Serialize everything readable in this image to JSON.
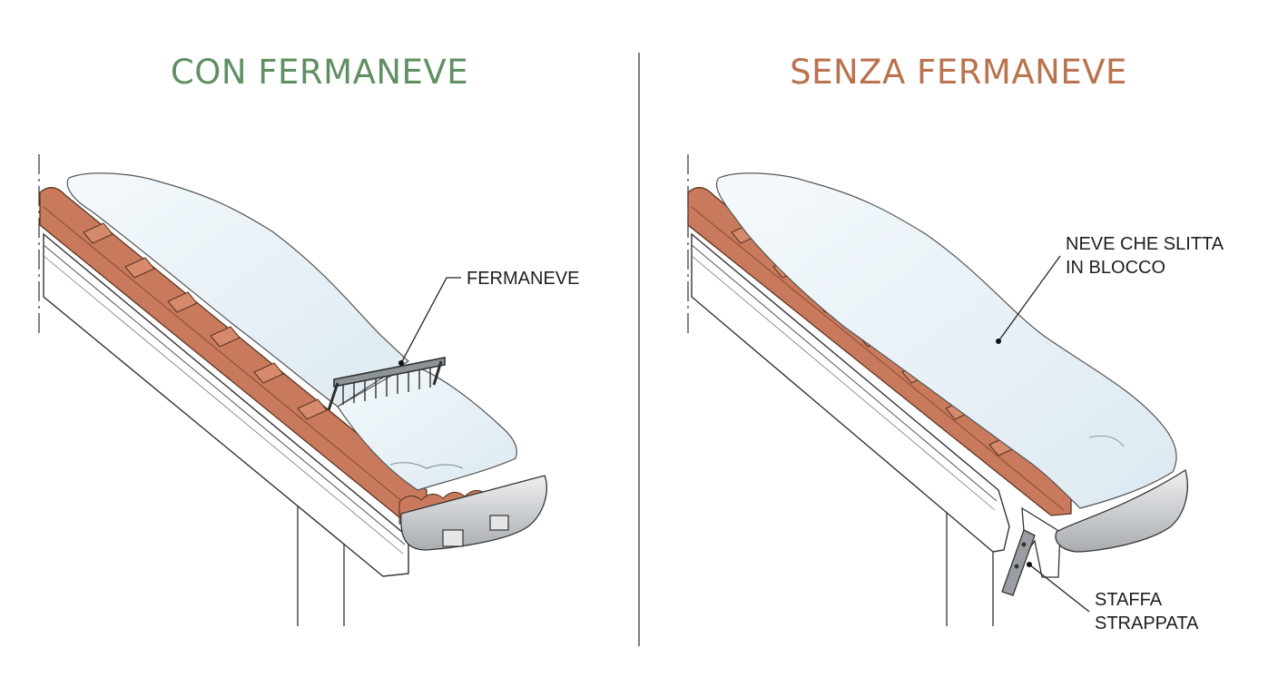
{
  "left_panel": {
    "title": "CON FERMANEVE",
    "callout_snow_guard": "FERMANEVE"
  },
  "right_panel": {
    "title": "SENZA FERMANEVE",
    "callout_sliding_snow_line1": "NEVE CHE SLITTA",
    "callout_sliding_snow_line2": "IN BLOCCO",
    "callout_torn_bracket_line1": "STAFFA",
    "callout_torn_bracket_line2": "STRAPPATA"
  },
  "colors": {
    "title_with": "#5f8f63",
    "title_without": "#b9734e",
    "tile": "#c97a5c",
    "snow": "#e8f1f7",
    "gutter": "#c9ccce"
  }
}
